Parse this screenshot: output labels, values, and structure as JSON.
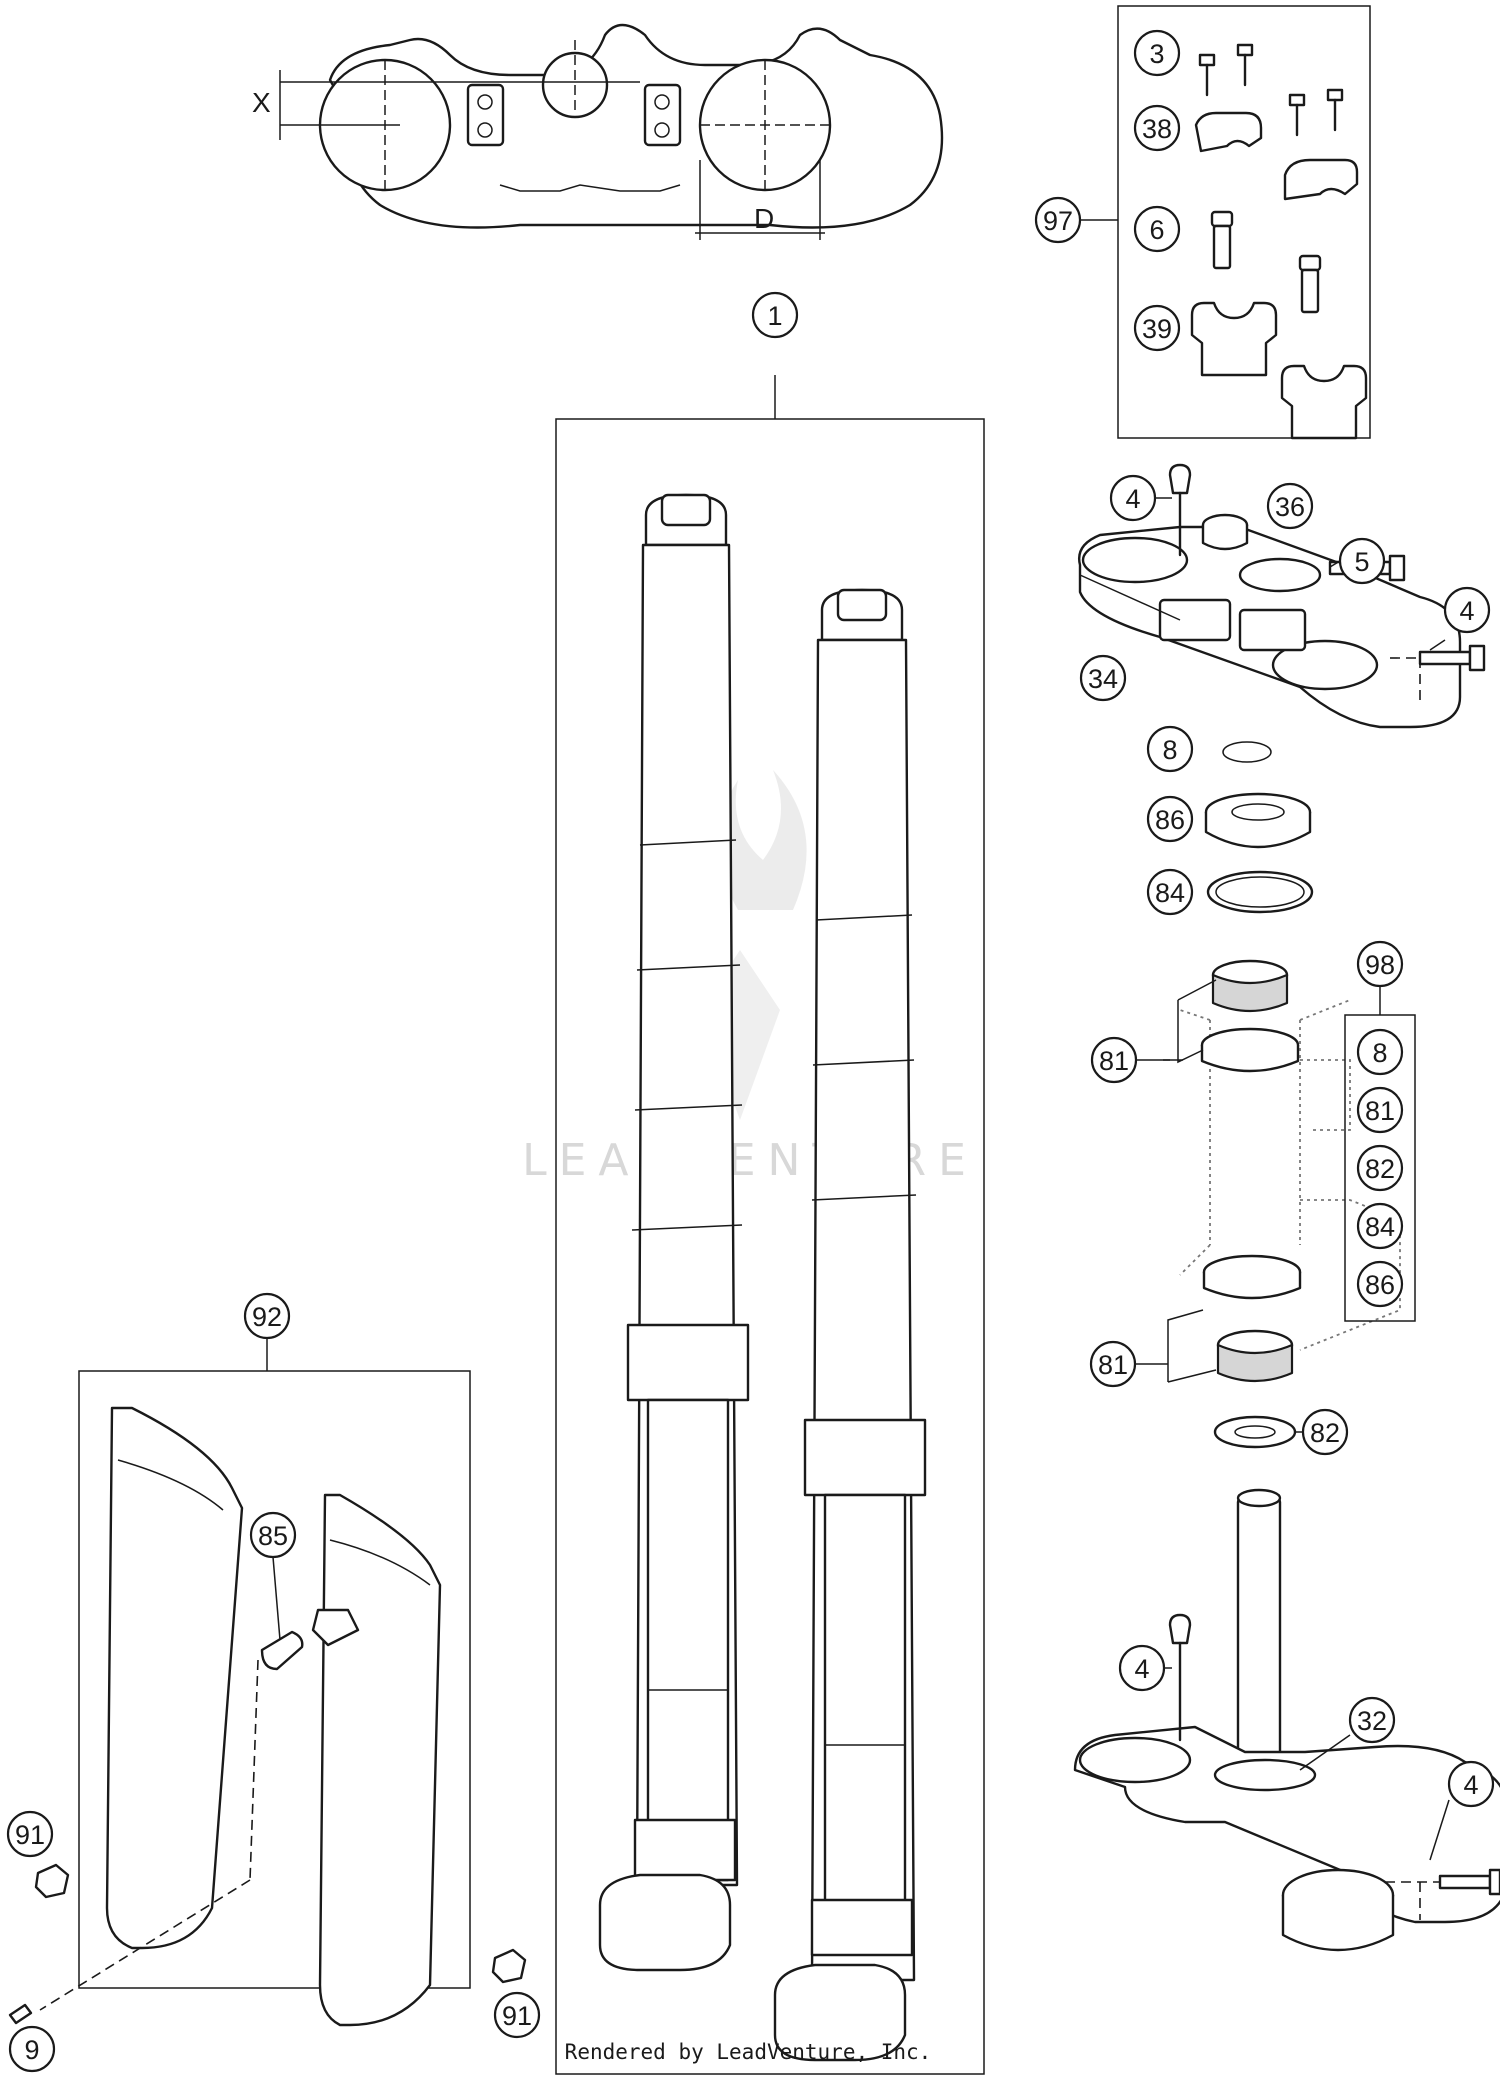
{
  "watermark": "LEADVENTURE",
  "credit": "Rendered by LeadVenture, Inc.",
  "dimensions": {
    "x_label": "X",
    "d_label": "D"
  },
  "callouts": {
    "c1": "1",
    "c3": "3",
    "c38": "38",
    "c97": "97",
    "c6": "6",
    "c39": "39",
    "c4_top": "4",
    "c36": "36",
    "c5": "5",
    "c4_right_top": "4",
    "c34": "34",
    "c8": "8",
    "c86": "86",
    "c84": "84",
    "c81_upper": "81",
    "c98": "98",
    "k8": "8",
    "k81": "81",
    "k82": "82",
    "k84": "84",
    "k86": "86",
    "c81_lower": "81",
    "c82": "82",
    "c4_bottom": "4",
    "c32": "32",
    "c4_right_bottom": "4",
    "c92": "92",
    "c85": "85",
    "c91_left": "91",
    "c9": "9",
    "c91_right": "91"
  }
}
